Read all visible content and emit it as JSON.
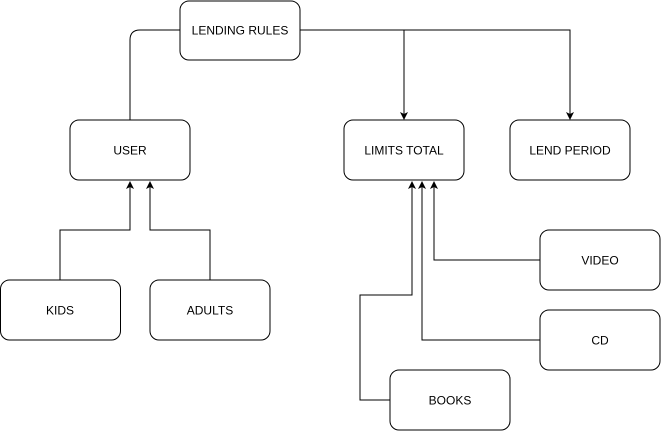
{
  "diagram": {
    "nodes": {
      "lending_rules": "LENDING RULES",
      "user": "USER",
      "limits_total": "LIMITS TOTAL",
      "lend_period": "LEND PERIOD",
      "kids": "KIDS",
      "adults": "ADULTS",
      "video": "VIDEO",
      "cd": "CD",
      "books": "BOOKS"
    },
    "edges": [
      {
        "from": "LENDING RULES",
        "to": "USER",
        "arrow": false
      },
      {
        "from": "LENDING RULES",
        "to": "LIMITS TOTAL",
        "arrow": true
      },
      {
        "from": "LENDING RULES",
        "to": "LEND PERIOD",
        "arrow": true
      },
      {
        "from": "KIDS",
        "to": "USER",
        "arrow": true
      },
      {
        "from": "ADULTS",
        "to": "USER",
        "arrow": true
      },
      {
        "from": "BOOKS",
        "to": "LIMITS TOTAL",
        "arrow": true
      },
      {
        "from": "CD",
        "to": "LIMITS TOTAL",
        "arrow": true
      },
      {
        "from": "VIDEO",
        "to": "LIMITS TOTAL",
        "arrow": true
      }
    ],
    "colors": {
      "stroke": "#000000",
      "fill": "#ffffff",
      "text": "#000000"
    }
  }
}
